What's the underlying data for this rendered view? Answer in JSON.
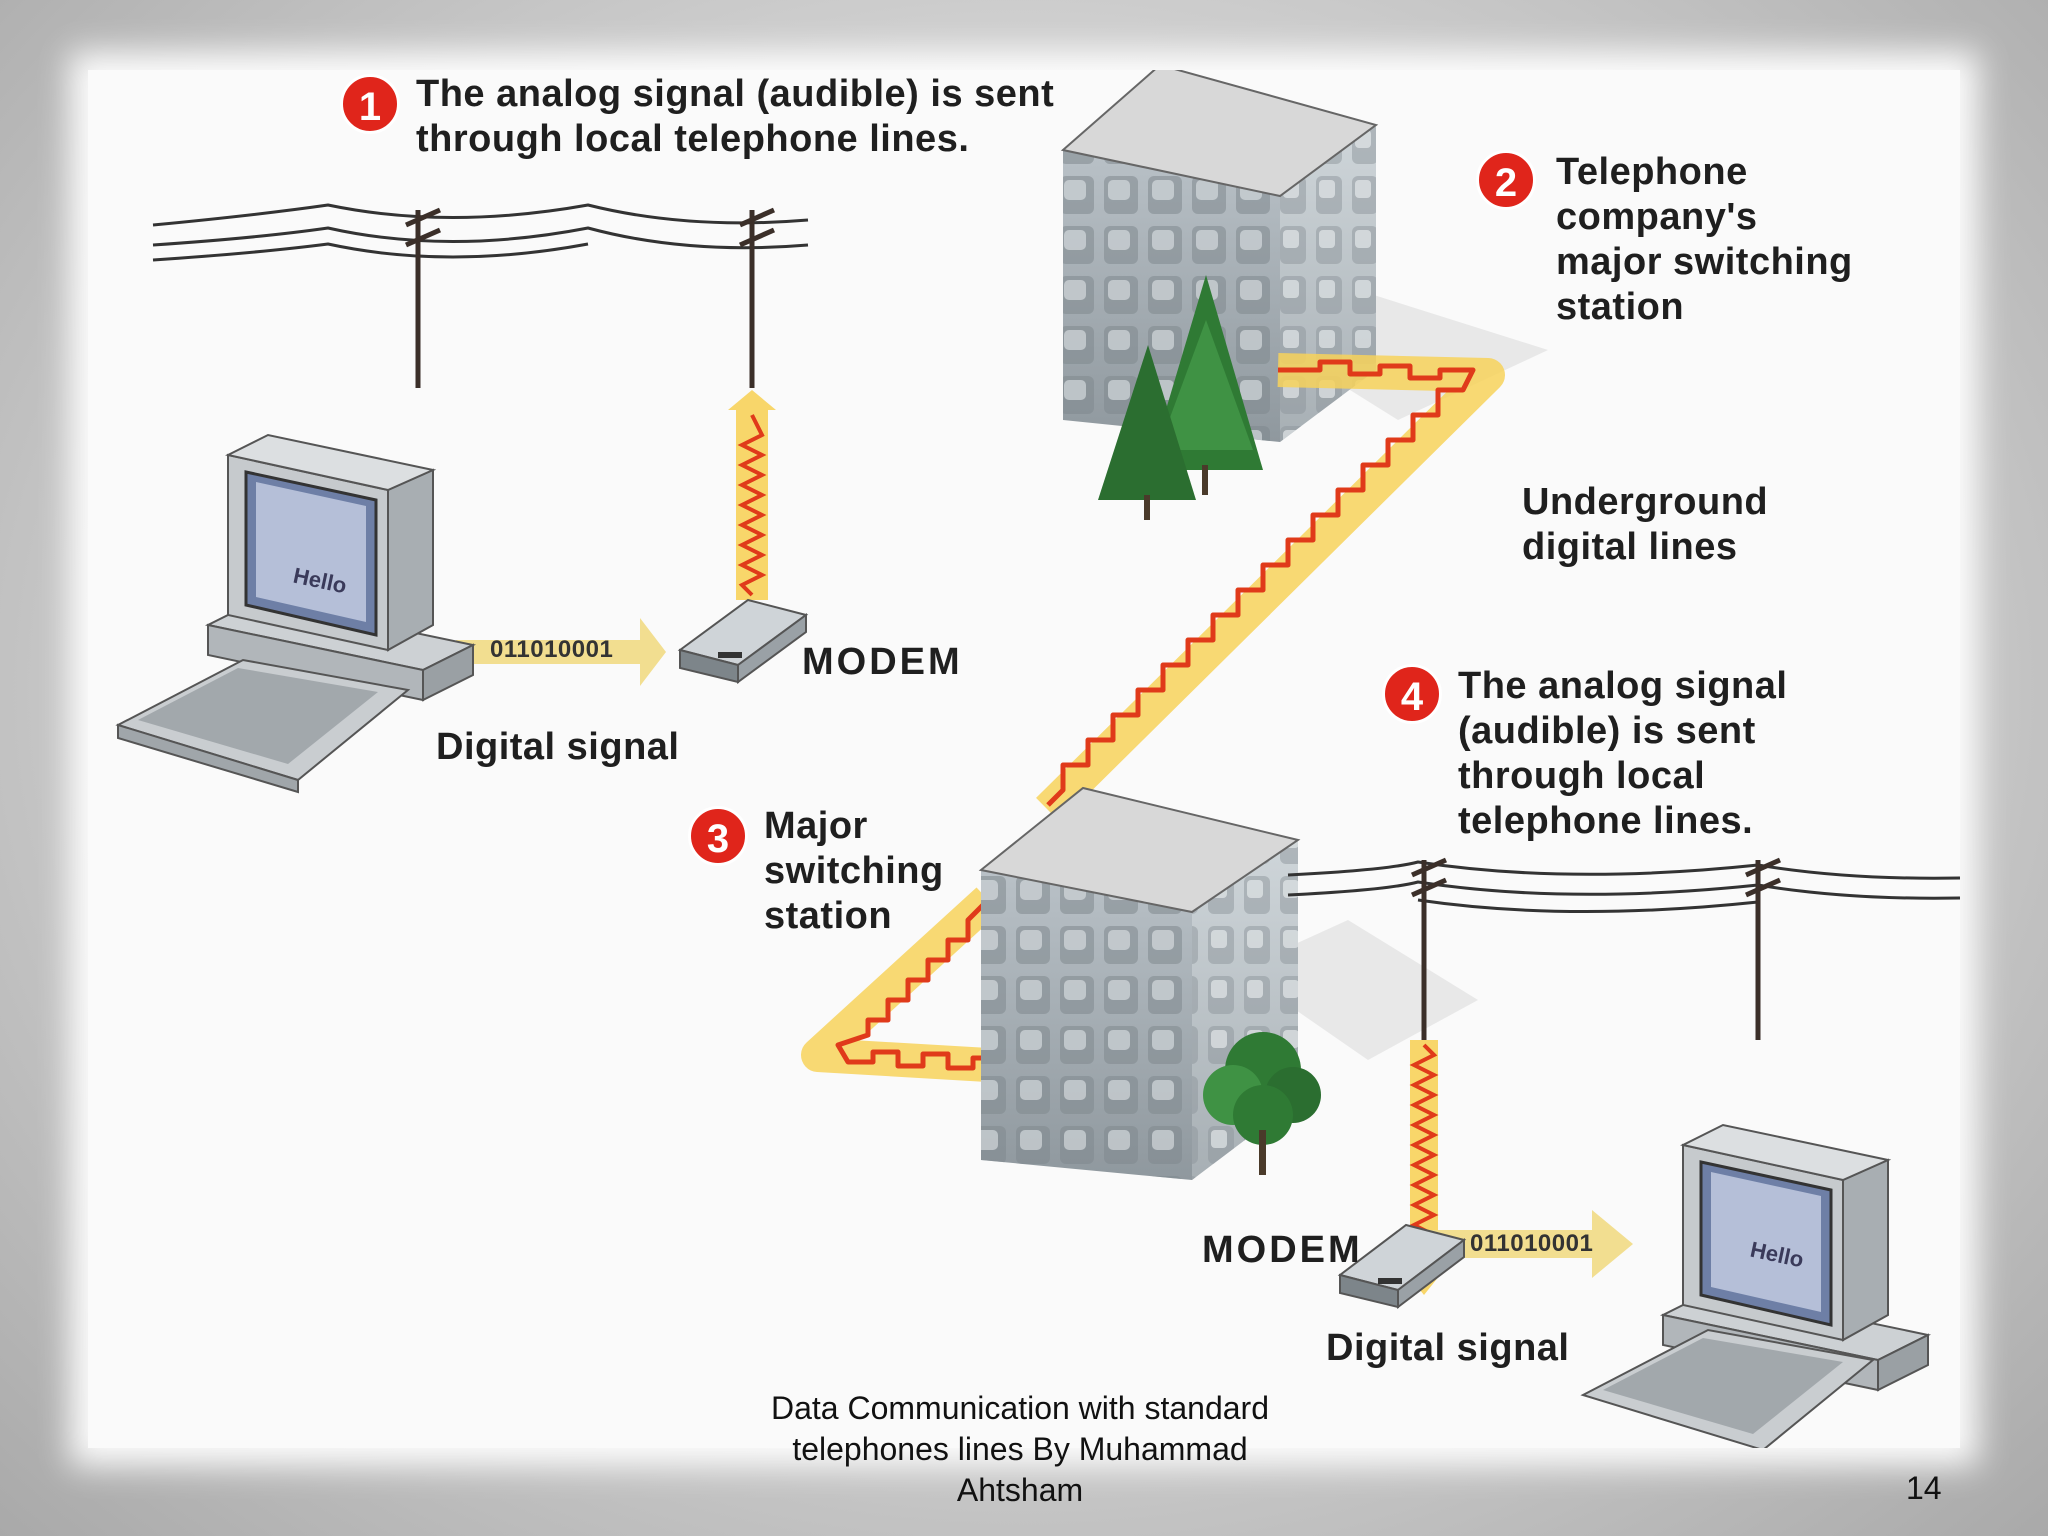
{
  "steps": [
    {
      "number": "1",
      "label": "The analog signal (audible) is sent\nthrough local telephone lines."
    },
    {
      "number": "2",
      "label": "Telephone company's\nmajor switching station"
    },
    {
      "number": "3",
      "label": "Major\nswitching\nstation"
    },
    {
      "number": "4",
      "label": "The analog signal\n(audible) is sent\nthrough local\ntelephone lines."
    }
  ],
  "labels": {
    "underground": "Underground\ndigital lines",
    "modem_top": "MODEM",
    "modem_bottom": "MODEM",
    "digital_signal_top": "Digital signal",
    "digital_signal_bottom": "Digital signal",
    "bits_top": "011010001",
    "bits_bottom": "011010001",
    "screen_top": "Hello",
    "screen_bottom": "Hello"
  },
  "footer": {
    "caption": "Data Communication with standard\ntelephones lines By Muhammad\nAhtsham",
    "page_number": "14"
  },
  "colors": {
    "badge": "#e0251b",
    "signal_red": "#e03a1a",
    "signal_glow": "#f7d25a",
    "building": "#a9b2b8",
    "tree": "#2f7a34"
  }
}
